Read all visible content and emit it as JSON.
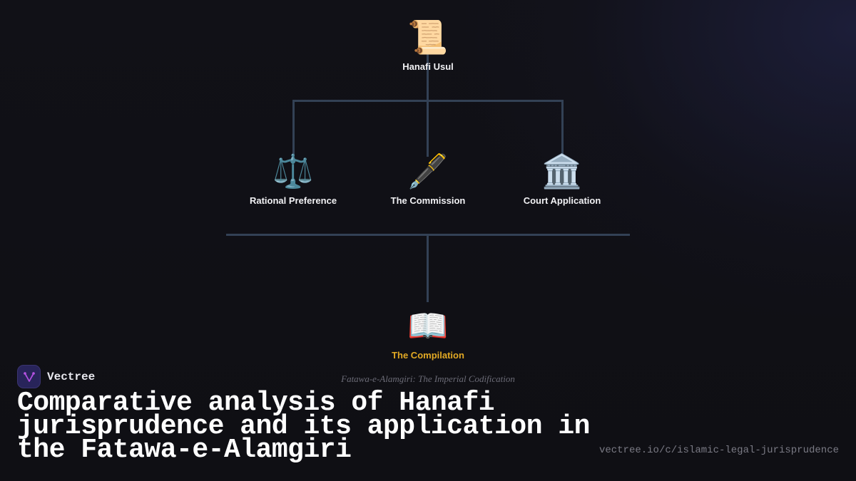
{
  "diagram": {
    "root": {
      "label": "Hanafi Usul",
      "icon": "📜",
      "icon_name": "scroll-icon"
    },
    "branches": [
      {
        "label": "Rational Preference",
        "icon": "⚖️",
        "icon_name": "scales-icon"
      },
      {
        "label": "The Commission",
        "icon": "🖋️",
        "icon_name": "fountain-pen-icon"
      },
      {
        "label": "Court Application",
        "icon": "🏛️",
        "icon_name": "classical-building-icon"
      }
    ],
    "result": {
      "label": "The Compilation",
      "icon": "📖",
      "icon_name": "open-book-icon"
    },
    "caption": "Fatawa-e-Alamgiri: The Imperial Codification",
    "colors": {
      "connector": "#334155",
      "result_label": "#e2a924",
      "label": "#f1f1f4"
    }
  },
  "brand": {
    "name": "Vectree",
    "logo_color": "#28245a",
    "logo_accent": "#b04fe0"
  },
  "title": "Comparative analysis of Hanafi jurisprudence and its application in the Fatawa-e-Alamgiri",
  "url": "vectree.io/c/islamic-legal-jurisprudence"
}
